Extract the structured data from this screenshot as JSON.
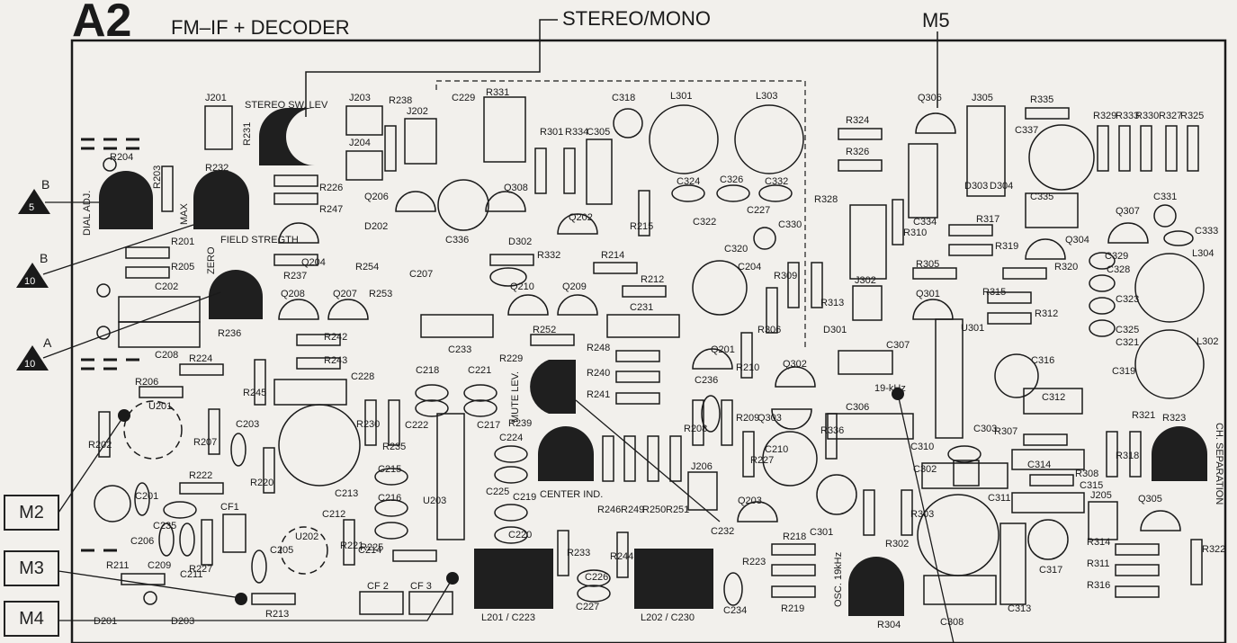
{
  "title": {
    "code": "A2",
    "name": "FM–IF + DECODER"
  },
  "top_labels": {
    "stereo_mono": "STEREO/MONO",
    "m5": "M5"
  },
  "measure_points": [
    "M2",
    "M3",
    "M4"
  ],
  "triangles": [
    {
      "letter": "B",
      "num": "5"
    },
    {
      "letter": "B",
      "num": "10"
    },
    {
      "letter": "A",
      "num": "10"
    }
  ],
  "pots": {
    "dial_adj": "DIAL ADJ.",
    "r203": "R203",
    "max": "MAX",
    "r232": "R232",
    "field_strength": "FIELD STREGTH",
    "zero": "ZERO",
    "r236": "R236",
    "stereo_sw_lev": "STEREO SW. LEV",
    "r231": "R231",
    "mute_lev": "MUTE LEV.",
    "r229": "R229",
    "r239": "R239",
    "center_ind": "CENTER IND.",
    "ch_separation": "CH. SEPARATION",
    "r323": "R323",
    "osc": "OSC. 19kHz",
    "r304": "R304",
    "l201": "L201 / C223",
    "l202": "L202 / C230",
    "khz19": "19-kHz"
  },
  "connectors": {
    "j201": "J201",
    "j203": "J203",
    "j204": "J204",
    "j202": "J202",
    "j305": "J305",
    "j302": "J302",
    "j206": "J206",
    "j205": "J205"
  },
  "labels": [
    "R204",
    "R226",
    "R247",
    "R201",
    "R205",
    "R237",
    "R254",
    "Q204",
    "Q206",
    "D202",
    "C336",
    "Q308",
    "D302",
    "C229",
    "R331",
    "R301",
    "R334",
    "C318",
    "L301",
    "L303",
    "C305",
    "R238",
    "R215",
    "C324",
    "C326",
    "C332",
    "C322",
    "C227",
    "C330",
    "C320",
    "Q202",
    "R332",
    "R214",
    "C207",
    "R253",
    "Q210",
    "Q209",
    "R212",
    "C204",
    "R309",
    "R313",
    "R306",
    "C231",
    "R252",
    "C233",
    "C202",
    "Q208",
    "Q207",
    "R242",
    "R243",
    "C208",
    "R224",
    "R206",
    "R245",
    "C228",
    "C218",
    "C221",
    "C222",
    "C217",
    "R248",
    "R240",
    "R241",
    "Q201",
    "R210",
    "C236",
    "Q302",
    "R208",
    "R209",
    "R202",
    "U201",
    "R207",
    "C203",
    "R230",
    "R235",
    "R222",
    "C213",
    "R220",
    "C215",
    "C216",
    "U203",
    "C224",
    "C225",
    "R246",
    "R249",
    "R250",
    "R251",
    "C210",
    "R227",
    "Q303",
    "R336",
    "C306",
    "C201",
    "C235",
    "CF1",
    "C205",
    "C212",
    "C214",
    "R221",
    "U202",
    "R225",
    "C219",
    "C220",
    "R233",
    "R244",
    "C226",
    "C227",
    "C232",
    "Q203",
    "C301",
    "R218",
    "R223",
    "R219",
    "C234",
    "C206",
    "C211",
    "R211",
    "C209",
    "R227",
    "R213",
    "D201",
    "D203",
    "CF 2",
    "CF 3",
    "R324",
    "R326",
    "R328",
    "R310",
    "Q306",
    "D303",
    "D304",
    "C337",
    "R335",
    "R329",
    "R333",
    "R330",
    "R327",
    "R325",
    "C334",
    "R317",
    "R319",
    "C335",
    "C331",
    "Q307",
    "C333",
    "Q304",
    "R305",
    "R320",
    "C329",
    "C328",
    "L304",
    "R315",
    "R312",
    "Q301",
    "U301",
    "C323",
    "C325",
    "D301",
    "C307",
    "C321",
    "L302",
    "C316",
    "C319",
    "C312",
    "R307",
    "R318",
    "R321",
    "C310",
    "C303",
    "C302",
    "C314",
    "R308",
    "C315",
    "C311",
    "Q305",
    "R303",
    "R302",
    "R314",
    "R311",
    "R316",
    "R322",
    "C317",
    "C313",
    "C308"
  ],
  "colors": {
    "ink": "#1a1a1a",
    "paper": "#f2f0ec"
  }
}
